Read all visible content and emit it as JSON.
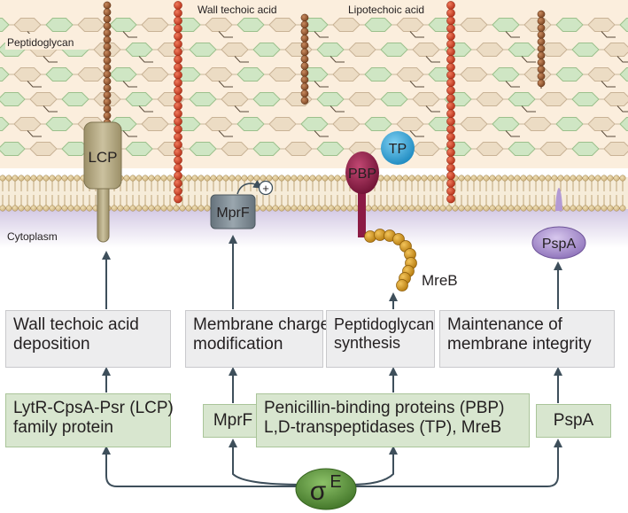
{
  "labels": {
    "peptidoglycan": "Peptidoglycan",
    "cytoplasm": "Cytoplasm",
    "wall_teichoic_acid": "Wall techoic acid",
    "lipoteichoic_acid": "Lipotechoic acid",
    "lcp": "LCP",
    "mprf": "MprF",
    "plus": "+",
    "pbp": "PBP",
    "tp": "TP",
    "mreb": "MreB",
    "pspa": "PspA",
    "sigma": "σ",
    "sigma_sup": "E"
  },
  "functions": [
    {
      "line1": "Wall techoic acid",
      "line2": "deposition"
    },
    {
      "line1": "Membrane charge",
      "line2": "modification"
    },
    {
      "line1": "Peptidoglycan",
      "line2": "synthesis"
    },
    {
      "line1": "Maintenance of",
      "line2": "membrane integrity"
    }
  ],
  "genes": [
    {
      "line1": "LytR-CpsA-Psr (LCP)",
      "line2": "family protein"
    },
    {
      "line1": "MprF"
    },
    {
      "line1": "Penicillin-binding proteins (PBP)",
      "line2": "L,D-transpeptidases (TP), MreB"
    },
    {
      "line1": "PspA"
    }
  ],
  "colors": {
    "wall_bg": "#fbeedd",
    "glycan_green": "#cfe6c4",
    "glycan_tan": "#ecdcc4",
    "lipid_head": "#d9c294",
    "cytoplasm": "#ddd6e8",
    "teichoic_red": "#d9472b",
    "lipoteichoic_brown": "#a8653c",
    "lcp": "#b6ab87",
    "mprf": "#7d8a93",
    "pbp": "#8c1b45",
    "tp": "#2fa6dc",
    "mreb": "#d49a22",
    "pspa": "#a78ec9",
    "sigma_green": "#5b8e3e",
    "arrow": "#3e4f5b",
    "gray_box": "#ededee",
    "green_box": "#d8e6cf"
  }
}
